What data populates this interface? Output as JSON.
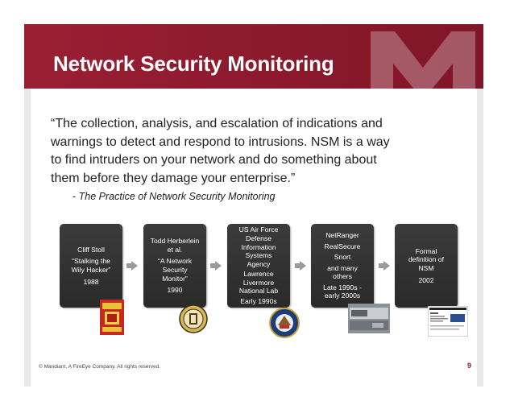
{
  "slide": {
    "title": "Network Security Monitoring",
    "quote_lines": [
      "“The collection, analysis, and escalation of indications and",
      "warnings to detect and respond to intrusions. NSM is a way",
      "to find intruders on your network and do something about",
      "them before they damage your enterprise.”"
    ],
    "attribution_dash": "- ",
    "attribution_source": "The Practice of Network Security Monitoring",
    "footer": "© Mandiant, A FireEye Company. All rights reserved.",
    "page_number": "9",
    "brand_color": "#8e1b2e"
  },
  "timeline": [
    {
      "lines": [
        "Cliff Stoll",
        "",
        "“Stalking the",
        "Wily Hacker”",
        "",
        "1988"
      ]
    },
    {
      "lines": [
        "Todd Herberlein",
        "et al.",
        "",
        "“A Network",
        "Security",
        "Monitor”",
        "",
        "1990"
      ]
    },
    {
      "lines": [
        "US Air Force",
        "Defense",
        "Information",
        "Systems",
        "Agency",
        "",
        "Lawrence",
        "Livermore",
        "National Lab",
        "",
        "Early 1990s"
      ]
    },
    {
      "lines": [
        "NetRanger",
        "",
        "RealSecure",
        "",
        "Snort",
        "",
        "and many",
        "others",
        "",
        "Late 1990s -",
        "early 2000s"
      ]
    },
    {
      "lines": [
        "Formal",
        "definition of",
        "NSM",
        "",
        "2002"
      ]
    }
  ],
  "thumbnails": {
    "book_cover": "book-cover-image",
    "seal_one": "university-seal-image",
    "seal_two": "agency-seal-image",
    "appliance": "network-appliance-photo",
    "screenshot": "document-screenshot-image"
  }
}
